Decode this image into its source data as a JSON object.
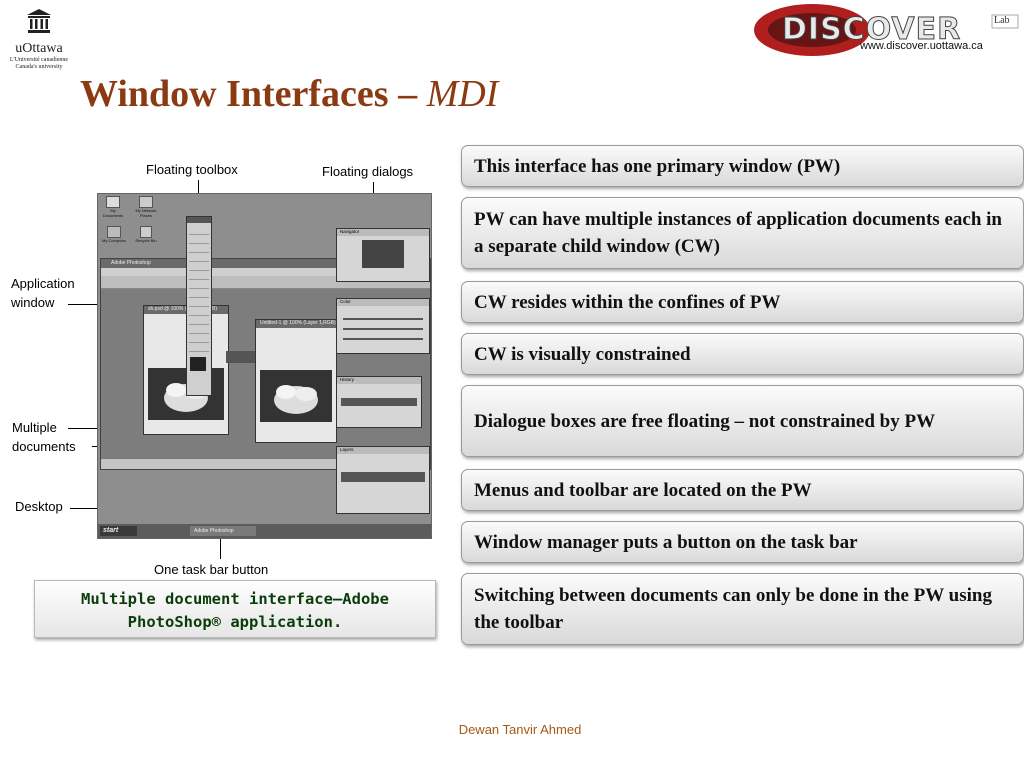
{
  "header": {
    "org_name": "uOttawa",
    "org_subtitle_1": "L'Université canadienne",
    "org_subtitle_2": "Canada's university",
    "lab_logo_text": "DISCOVER",
    "lab_logo_badge": "Lab",
    "lab_url": "www.discover.uottawa.ca"
  },
  "slide": {
    "title_main": "Window Interfaces – ",
    "title_italic": "MDI"
  },
  "figure": {
    "callouts": {
      "floating_toolbox": "Floating toolbox",
      "floating_dialogs": "Floating dialogs",
      "application_window_1": "Application",
      "application_window_2": "window",
      "multiple_documents_1": "Multiple",
      "multiple_documents_2": "documents",
      "desktop": "Desktop",
      "task_bar_button": "One task bar button"
    },
    "screenshot": {
      "app_title": "Adobe Photoshop",
      "start_label": "start",
      "taskbar_item": "Adobe Photoshop",
      "desktop_icons": [
        "My Documents",
        "My Network Places",
        "My Computer",
        "Recycle Bin"
      ],
      "doc1_title": "sb.psd @ 100% (Layer 1,RGB)",
      "doc2_title": "Untitled-1 @ 100% (Layer 1,RGB)",
      "navigator_tab": "Navigator",
      "color_tab": "Color",
      "history_tab": "History",
      "layers_tab": "Layers"
    },
    "caption_line1": "Multiple document interface—Adobe",
    "caption_line2": "PhotoShop® application."
  },
  "bullets": [
    "This interface has one primary window (PW)",
    "PW can have multiple instances of application documents each in a separate child window (CW)",
    "CW resides within the confines of PW",
    "CW is visually constrained",
    "Dialogue boxes are free floating – not constrained by PW",
    "Menus and toolbar are located on the PW",
    "Window manager puts a button on the task bar",
    "Switching between documents can only be done in the PW using the toolbar"
  ],
  "footer": {
    "author": "Dewan Tanvir Ahmed"
  }
}
